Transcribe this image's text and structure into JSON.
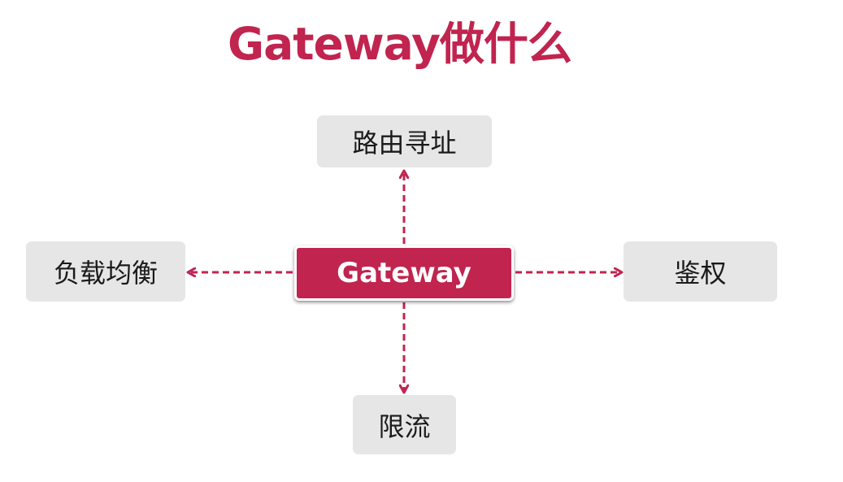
{
  "title": "Gateway做什么",
  "center": {
    "label": "Gateway"
  },
  "nodes": {
    "top": "路由寻址",
    "left": "负载均衡",
    "right": "鉴权",
    "bottom": "限流"
  },
  "colors": {
    "accent": "#c0244f",
    "node_bg": "#e6e6e6",
    "text": "#1a1a1a"
  }
}
